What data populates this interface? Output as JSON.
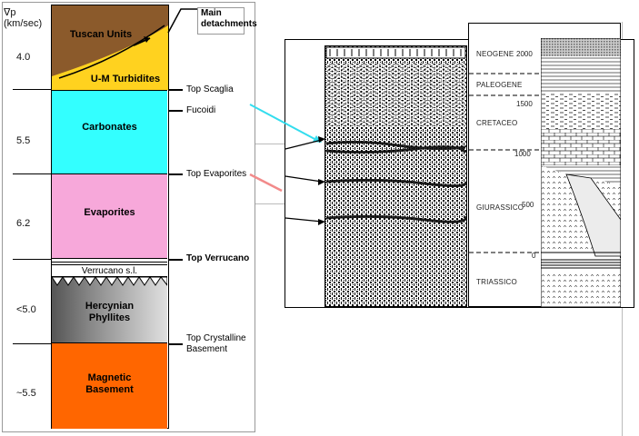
{
  "left_column": {
    "velocity_header": "∇p\n(km/sec)",
    "velocities": [
      "4.0",
      "5.5",
      "6.2",
      "<5.0",
      "~5.5"
    ],
    "units": [
      {
        "name": "Tuscan Units",
        "color": "#8B5A2B"
      },
      {
        "name": "U-M Turbidites",
        "color": "#FFD21F"
      },
      {
        "name": "Carbonates",
        "color": "#33FFFF"
      },
      {
        "name": "Evaporites",
        "color": "#F7A8DA"
      },
      {
        "name": "Verrucano s.l.",
        "color": "#FFFFFF"
      },
      {
        "name": "Hercynian\nPhyllites",
        "color": "#9A9A9A"
      },
      {
        "name": "Magnetic\nBasement",
        "color": "#FF6600"
      }
    ],
    "main_detachments": "Main\ndetachments",
    "horizons": [
      "Top Scaglia",
      "Fucoidi",
      "Top Evaporites",
      "Top Verrucano",
      "Top Crystalline\nBasement"
    ]
  },
  "right_panel": {
    "stratigraphy": [
      "NEOGENE",
      "PALEOGENE",
      "CRETACEO",
      "GIURASSICO",
      "TRIASSICO"
    ],
    "depth_ticks": [
      "2000",
      "1500",
      "1000",
      "500",
      "0"
    ]
  },
  "colors": {
    "cyan_arrow": "#33DDEE",
    "pink_arrow": "#F28A8A"
  }
}
